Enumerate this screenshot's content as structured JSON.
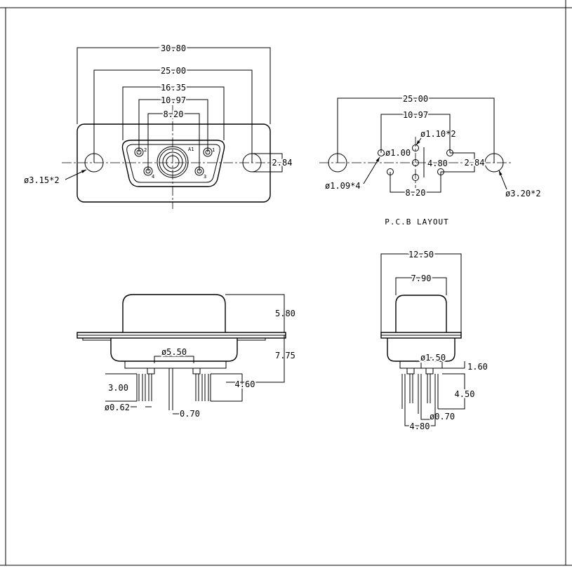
{
  "front_view": {
    "dims": {
      "overall": "30.80",
      "mount_spacing": "25.00",
      "shell": "16.35",
      "outer_pins": "10.97",
      "inner_pins": "8.20",
      "row_pitch": "2.84",
      "mount_hole": "ø3.15*2"
    },
    "pin_labels": {
      "a1": "A1",
      "p1": "1",
      "p2": "2",
      "p3": "3",
      "p4": "4"
    }
  },
  "pcb_layout": {
    "caption": "P.C.B  LAYOUT",
    "dims": {
      "mount_spacing": "25.00",
      "outer_pins": "10.97",
      "inner_pins": "8.20",
      "small_pin_dia": "ø1.10*2",
      "signal_pin_dia": "ø1.00",
      "signal_pin_count": "ø1.09*4",
      "center_gap": "4.80",
      "row_pitch": "2.84",
      "mount_hole": "ø3.20*2"
    }
  },
  "side_view": {
    "dims": {
      "shell_height": "5.80",
      "body_height": "7.75",
      "coax_dia": "ø5.50",
      "pin_length": "3.00",
      "coax_length": "4.60",
      "pin_dia": "ø0.62",
      "pin_thickness": "0.70"
    }
  },
  "end_view": {
    "dims": {
      "overall_width": "12.50",
      "shell_width": "7.90",
      "coax_dia": "ø1.50",
      "tail_offset": "1.60",
      "tail_length": "4.50",
      "pin_dia": "ø0.70",
      "pin_spacing": "4.80"
    }
  }
}
